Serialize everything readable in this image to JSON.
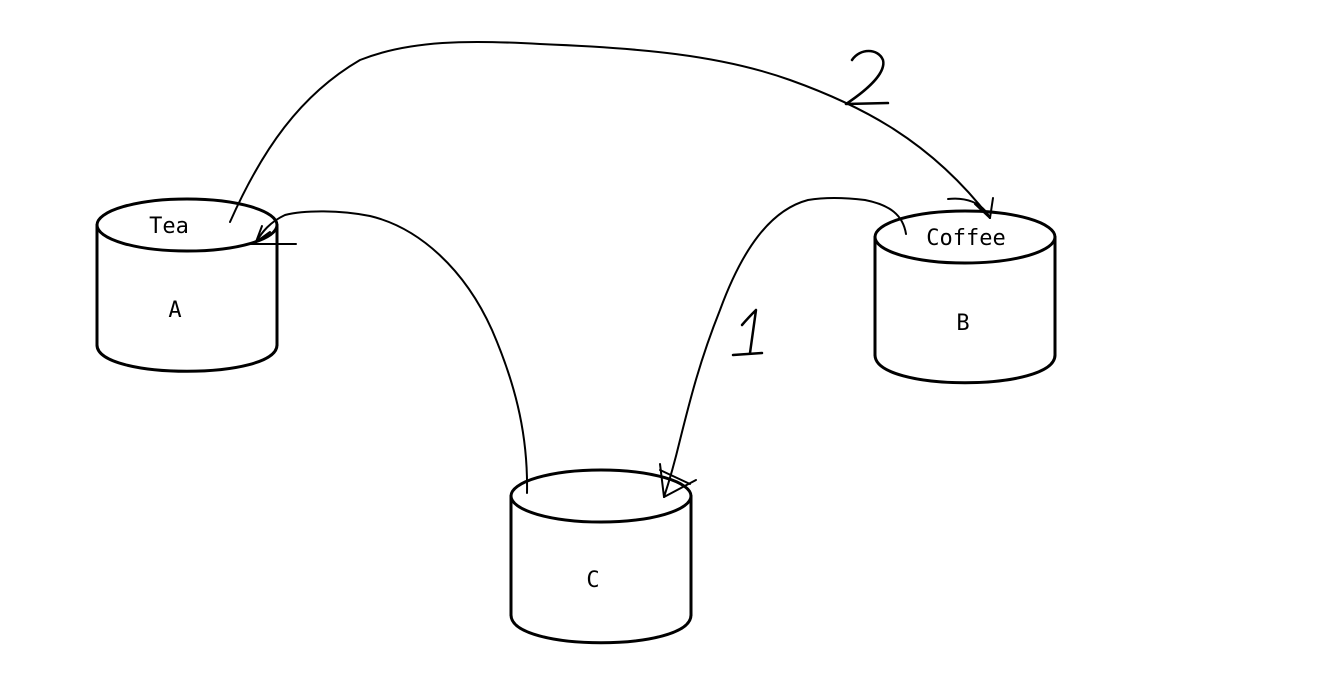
{
  "colors": {
    "background": "#ffffff",
    "ink": "#000000"
  },
  "buckets": {
    "a": {
      "top_label": "Tea",
      "label": "A"
    },
    "b": {
      "top_label": "Coffee",
      "label": "B"
    },
    "c": {
      "top_label": "",
      "label": "C"
    }
  },
  "arrows": {
    "first": {
      "label": "1",
      "from": "B",
      "to": "C"
    },
    "second": {
      "label": "2",
      "from": "A",
      "to": "B"
    },
    "third": {
      "label": "",
      "from": "C",
      "to": "A"
    }
  }
}
